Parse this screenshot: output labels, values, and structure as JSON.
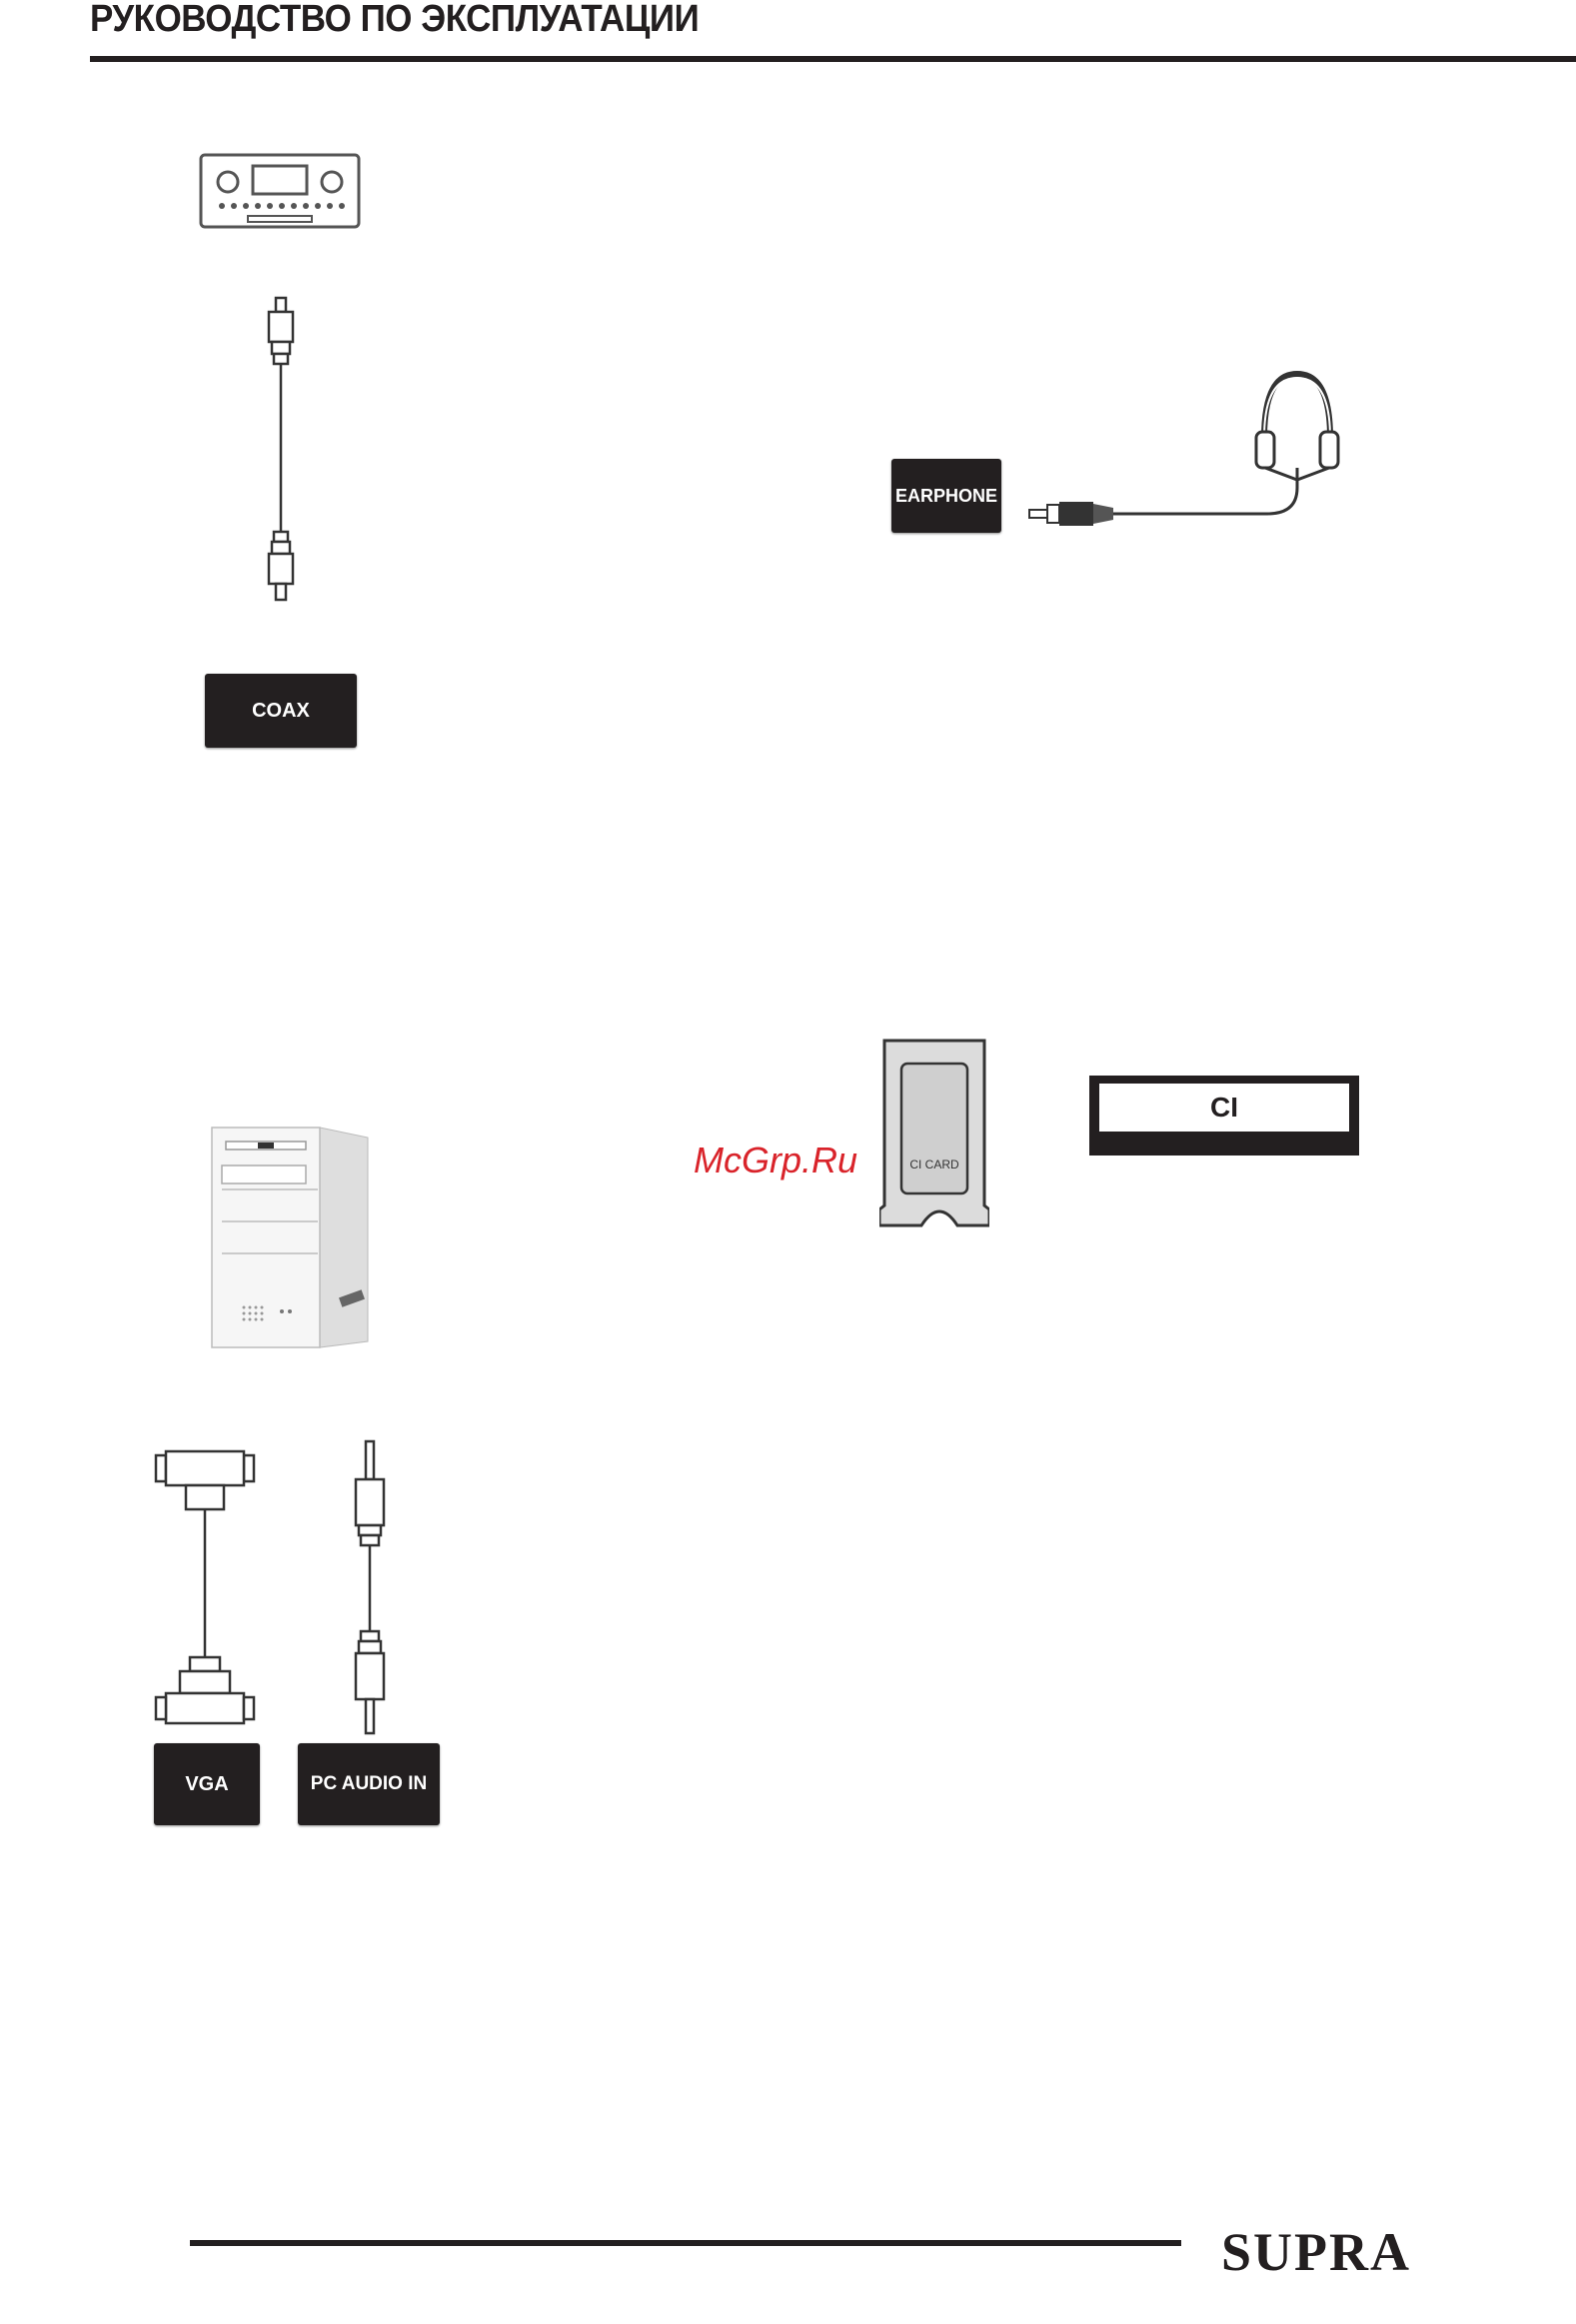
{
  "header": {
    "title": "РУКОВОДСТВО ПО ЭКСПЛУАТАЦИИ"
  },
  "labels": {
    "coax": "COAX",
    "earphone": "EARPHONE",
    "ci": "CI",
    "ci_card": "CI CARD",
    "vga": "VGA",
    "pc_audio_in": "PC AUDIO IN"
  },
  "watermark": "McGrp.Ru",
  "footer": {
    "brand": "SUPRA"
  }
}
